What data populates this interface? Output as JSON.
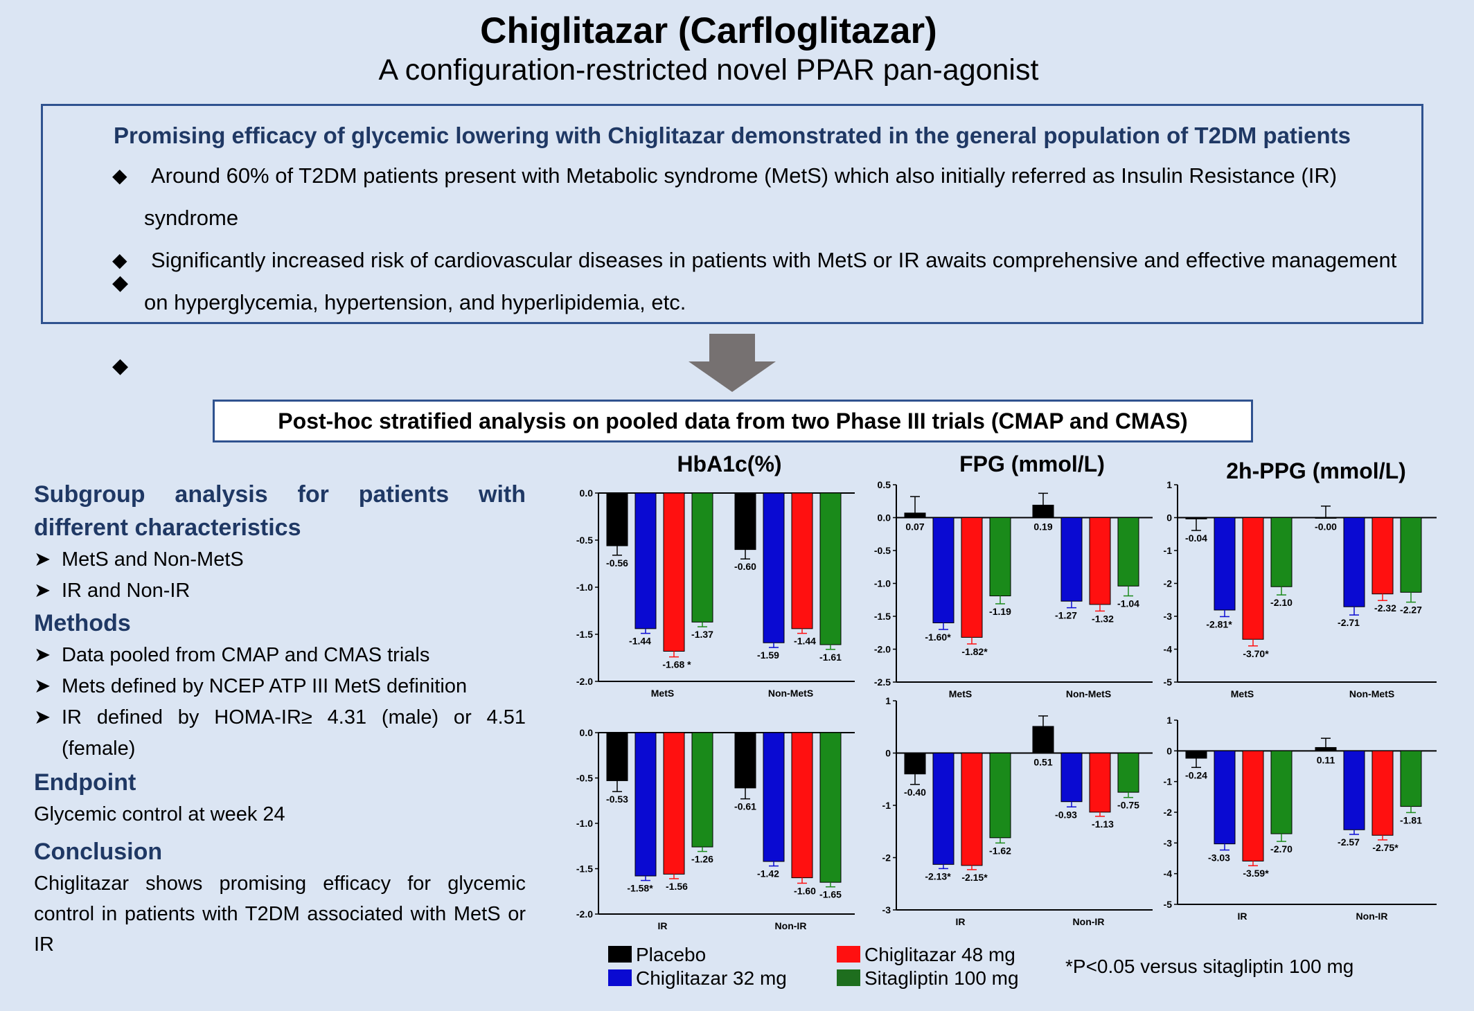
{
  "header": {
    "title": "Chiglitazar (Carfloglitazar)",
    "subtitle": "A configuration-restricted novel PPAR pan-agonist"
  },
  "top_box": {
    "heading": "Promising efficacy of glycemic lowering with Chiglitazar demonstrated in the general population of T2DM patients",
    "bullets": [
      "Around 60% of T2DM patients present with Metabolic syndrome (MetS) which also initially referred as Insulin Resistance (IR) syndrome",
      "Significantly increased risk of cardiovascular diseases in patients with MetS or IR awaits comprehensive and effective management on hyperglycemia, hypertension, and hyperlipidemia, etc."
    ]
  },
  "mid_box": {
    "label": "Post-hoc stratified analysis on pooled data from two Phase III trials (CMAP and CMAS)"
  },
  "left_panel": {
    "subgroup_heading_1": "Subgroup analysis for patients with",
    "subgroup_heading_2": "different characteristics",
    "subgroup_items": [
      "MetS and Non-MetS",
      "IR and Non-IR"
    ],
    "methods_heading": "Methods",
    "methods_items": [
      "Data pooled from CMAP and CMAS trials",
      "Mets defined by NCEP ATP III MetS definition",
      "IR defined by HOMA-IR≥ 4.31 (male) or 4.51 (female)"
    ],
    "endpoint_heading": "Endpoint",
    "endpoint_text": "Glycemic control at week 24",
    "conclusion_heading": "Conclusion",
    "conclusion_text": "Chiglitazar shows promising efficacy for glycemic control in patients with T2DM associated with MetS or IR"
  },
  "colors": {
    "placebo": "#000000",
    "chiglitazar_32": "#0a0ad2",
    "chiglitazar_48": "#ff1010",
    "sitagliptin_100": "#1a8a1a",
    "box_border": "#2f528f",
    "heading_blue": "#1f3864",
    "arrow": "#767171",
    "background": "#dbe5f3"
  },
  "legend": {
    "items": [
      {
        "label": "Placebo",
        "color": "#000000"
      },
      {
        "label": "Chiglitazar 32 mg",
        "color": "#0a0ad2"
      },
      {
        "label": "Chiglitazar 48 mg",
        "color": "#ff1010"
      },
      {
        "label": "Sitagliptin 100 mg",
        "color": "#1e6e1e"
      }
    ],
    "footnote": "*P<0.05 versus sitagliptin 100 mg"
  },
  "chart_data": [
    {
      "type": "bar",
      "title": "HbA1c(%)",
      "categories": [
        "MetS",
        "Non-MetS"
      ],
      "ylim": [
        -2.0,
        0.0
      ],
      "yticks": [
        "0.0",
        "-0.5",
        "-1.0",
        "-1.5",
        "-2.0"
      ],
      "ytick_values": [
        0,
        -0.5,
        -1.0,
        -1.5,
        -2.0
      ],
      "series_values": [
        [
          -0.56,
          -1.44,
          -1.68,
          -1.37
        ],
        [
          -0.6,
          -1.59,
          -1.44,
          -1.61
        ]
      ],
      "errors": [
        [
          0.1,
          0.05,
          0.06,
          0.05
        ],
        [
          0.1,
          0.05,
          0.05,
          0.05
        ]
      ],
      "labels": [
        [
          "-0.56",
          "-1.44",
          "-1.68 *",
          "-1.37"
        ],
        [
          "-0.60",
          "-1.59",
          "-1.44",
          "-1.61"
        ]
      ]
    },
    {
      "type": "bar",
      "title": "FPG (mmol/L)",
      "categories": [
        "MetS",
        "Non-MetS"
      ],
      "ylim": [
        -2.5,
        0.5
      ],
      "yticks": [
        "0.5",
        "0.0",
        "-0.5",
        "-1.0",
        "-1.5",
        "-2.0",
        "-2.5"
      ],
      "ytick_values": [
        0.5,
        0,
        -0.5,
        -1.0,
        -1.5,
        -2.0,
        -2.5
      ],
      "series_values": [
        [
          0.07,
          -1.6,
          -1.82,
          -1.19
        ],
        [
          0.19,
          -1.27,
          -1.32,
          -1.04
        ]
      ],
      "errors": [
        [
          0.25,
          0.1,
          0.1,
          0.12
        ],
        [
          0.18,
          0.1,
          0.1,
          0.15
        ]
      ],
      "labels": [
        [
          "0.07",
          "-1.60*",
          "-1.82*",
          "-1.19"
        ],
        [
          "0.19",
          "-1.27",
          "-1.32",
          "-1.04"
        ]
      ]
    },
    {
      "type": "bar",
      "title": "2h-PPG (mmol/L)",
      "categories": [
        "MetS",
        "Non-MetS"
      ],
      "ylim": [
        -5,
        1
      ],
      "yticks": [
        "1",
        "0",
        "-1",
        "-2",
        "-3",
        "-4",
        "-5"
      ],
      "ytick_values": [
        1,
        0,
        -1,
        -2,
        -3,
        -4,
        -5
      ],
      "series_values": [
        [
          -0.04,
          -2.81,
          -3.7,
          -2.1
        ],
        [
          -0.0,
          -2.71,
          -2.32,
          -2.27
        ]
      ],
      "errors": [
        [
          0.35,
          0.2,
          0.2,
          0.25
        ],
        [
          0.35,
          0.25,
          0.2,
          0.3
        ]
      ],
      "labels": [
        [
          "-0.04",
          "-2.81*",
          "-3.70*",
          "-2.10"
        ],
        [
          "-0.00",
          "-2.71",
          "-2.32",
          "-2.27"
        ]
      ]
    },
    {
      "type": "bar",
      "title": "",
      "categories": [
        "IR",
        "Non-IR"
      ],
      "ylim": [
        -2.0,
        0.0
      ],
      "yticks": [
        "0.0",
        "-0.5",
        "-1.0",
        "-1.5",
        "-2.0"
      ],
      "ytick_values": [
        0,
        -0.5,
        -1.0,
        -1.5,
        -2.0
      ],
      "series_values": [
        [
          -0.53,
          -1.58,
          -1.56,
          -1.26
        ],
        [
          -0.61,
          -1.42,
          -1.6,
          -1.65
        ]
      ],
      "errors": [
        [
          0.12,
          0.05,
          0.05,
          0.05
        ],
        [
          0.12,
          0.05,
          0.06,
          0.05
        ]
      ],
      "labels": [
        [
          "-0.53",
          "-1.58*",
          "-1.56",
          "-1.26"
        ],
        [
          "-0.61",
          "-1.42",
          "-1.60",
          "-1.65"
        ]
      ]
    },
    {
      "type": "bar",
      "title": "",
      "categories": [
        "IR",
        "Non-IR"
      ],
      "ylim": [
        -3,
        1
      ],
      "yticks": [
        "1",
        "0",
        "-1",
        "-2",
        "-3"
      ],
      "ytick_values": [
        1,
        0,
        -1,
        -2,
        -3
      ],
      "series_values": [
        [
          -0.4,
          -2.13,
          -2.15,
          -1.62
        ],
        [
          0.51,
          -0.93,
          -1.13,
          -0.75
        ]
      ],
      "errors": [
        [
          0.2,
          0.08,
          0.08,
          0.1
        ],
        [
          0.2,
          0.1,
          0.08,
          0.1
        ]
      ],
      "labels": [
        [
          "-0.40",
          "-2.13*",
          "-2.15*",
          "-1.62"
        ],
        [
          "0.51",
          "-0.93",
          "-1.13",
          "-0.75"
        ]
      ]
    },
    {
      "type": "bar",
      "title": "",
      "categories": [
        "IR",
        "Non-IR"
      ],
      "ylim": [
        -5,
        1
      ],
      "yticks": [
        "1",
        "0",
        "-1",
        "-2",
        "-3",
        "-4",
        "-5"
      ],
      "ytick_values": [
        1,
        0,
        -1,
        -2,
        -3,
        -4,
        -5
      ],
      "series_values": [
        [
          -0.24,
          -3.03,
          -3.59,
          -2.7
        ],
        [
          0.11,
          -2.57,
          -2.75,
          -1.81
        ]
      ],
      "errors": [
        [
          0.3,
          0.2,
          0.15,
          0.25
        ],
        [
          0.3,
          0.15,
          0.15,
          0.2
        ]
      ],
      "labels": [
        [
          "-0.24",
          "-3.03",
          "-3.59*",
          "-2.70"
        ],
        [
          "0.11",
          "-2.57",
          "-2.75*",
          "-1.81"
        ]
      ]
    }
  ]
}
